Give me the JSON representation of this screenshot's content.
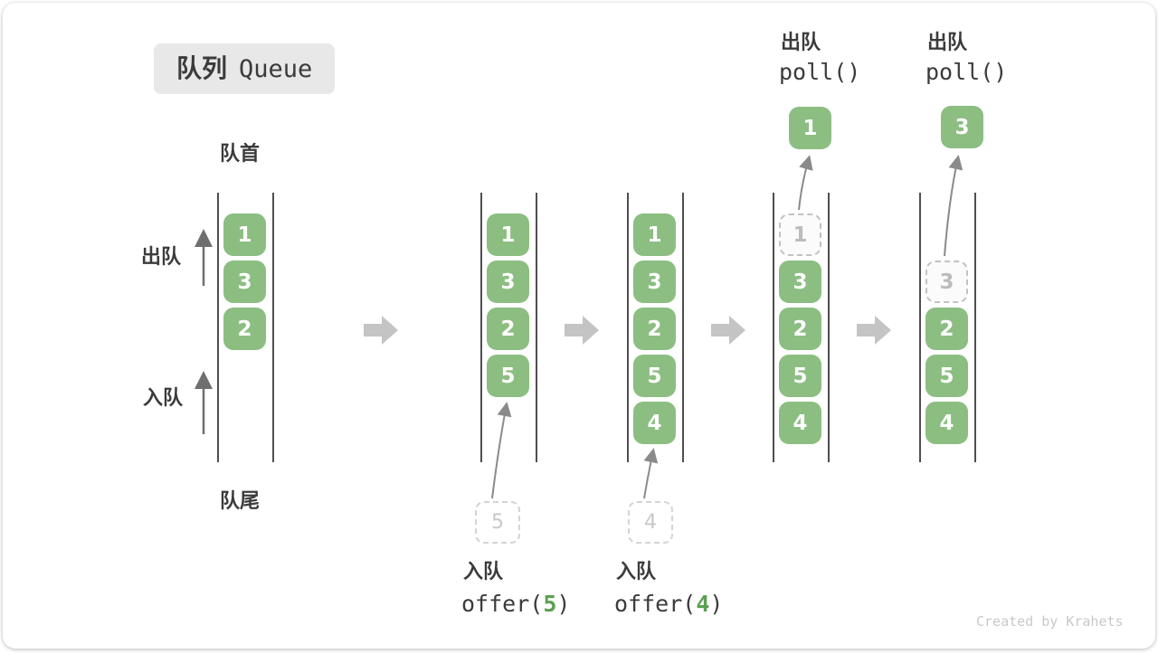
{
  "title": {
    "zh": "队列",
    "en": "Queue"
  },
  "labels": {
    "front": "队首",
    "rear": "队尾",
    "dequeue_side": "出队",
    "enqueue_side": "入队"
  },
  "watermark": "Created by Krahets",
  "colors": {
    "box_green": "#8CBE82",
    "code_arg_green": "#5BA052",
    "transition_arrow_gray": "#C4C4C4",
    "thin_arrow_gray": "#8A8A8A"
  },
  "states": [
    {
      "name": "initial queue",
      "cells": [
        {
          "slot": 1,
          "value": "1",
          "kind": "filled"
        },
        {
          "slot": 2,
          "value": "3",
          "kind": "filled"
        },
        {
          "slot": 3,
          "value": "2",
          "kind": "filled"
        }
      ]
    },
    {
      "name": "after offer(5)",
      "cells": [
        {
          "slot": 1,
          "value": "1",
          "kind": "filled"
        },
        {
          "slot": 2,
          "value": "3",
          "kind": "filled"
        },
        {
          "slot": 3,
          "value": "2",
          "kind": "filled"
        },
        {
          "slot": 4,
          "value": "5",
          "kind": "filled"
        }
      ],
      "enqueue": {
        "label": "入队",
        "code_before": "offer(",
        "code_arg": "5",
        "code_after": ")",
        "ghost_value": "5"
      }
    },
    {
      "name": "after offer(4)",
      "cells": [
        {
          "slot": 1,
          "value": "1",
          "kind": "filled"
        },
        {
          "slot": 2,
          "value": "3",
          "kind": "filled"
        },
        {
          "slot": 3,
          "value": "2",
          "kind": "filled"
        },
        {
          "slot": 4,
          "value": "5",
          "kind": "filled"
        },
        {
          "slot": 5,
          "value": "4",
          "kind": "filled"
        }
      ],
      "enqueue": {
        "label": "入队",
        "code_before": "offer(",
        "code_arg": "4",
        "code_after": ")",
        "ghost_value": "4"
      }
    },
    {
      "name": "after first poll()",
      "cells": [
        {
          "slot": 1,
          "value": "1",
          "kind": "ghost"
        },
        {
          "slot": 2,
          "value": "3",
          "kind": "filled"
        },
        {
          "slot": 3,
          "value": "2",
          "kind": "filled"
        },
        {
          "slot": 4,
          "value": "5",
          "kind": "filled"
        },
        {
          "slot": 5,
          "value": "4",
          "kind": "filled"
        }
      ],
      "dequeue": {
        "label": "出队",
        "code": "poll()",
        "removed_value": "1"
      }
    },
    {
      "name": "after second poll()",
      "cells": [
        {
          "slot": 2,
          "value": "3",
          "kind": "ghost"
        },
        {
          "slot": 3,
          "value": "2",
          "kind": "filled"
        },
        {
          "slot": 4,
          "value": "5",
          "kind": "filled"
        },
        {
          "slot": 5,
          "value": "4",
          "kind": "filled"
        }
      ],
      "dequeue": {
        "label": "出队",
        "code": "poll()",
        "removed_value": "3"
      }
    }
  ]
}
